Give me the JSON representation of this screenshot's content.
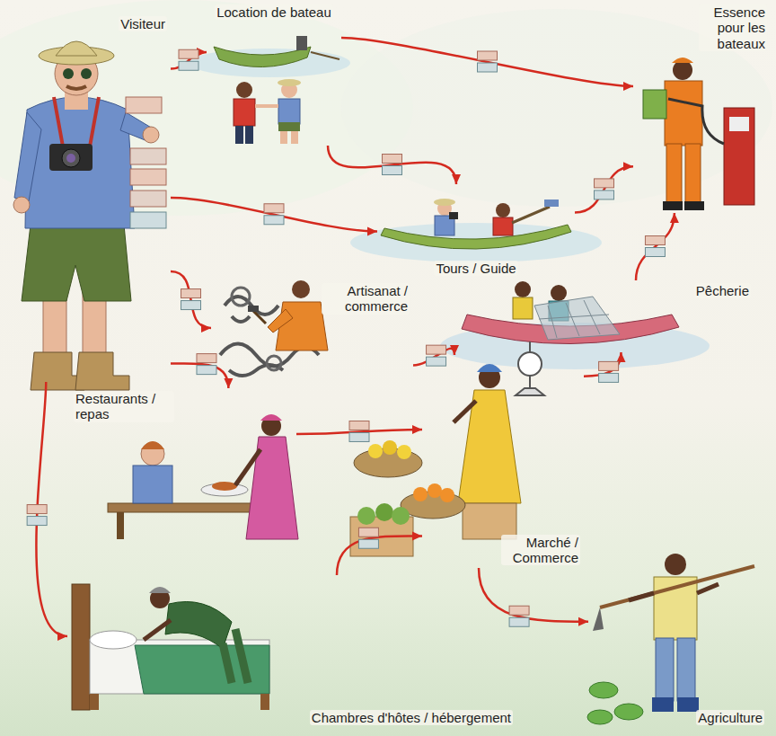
{
  "diagram": {
    "nodes": [
      {
        "text": [
          "Location de bateau"
        ]
      },
      {
        "text": [
          "Visiteur"
        ]
      },
      {
        "text": [
          "Essence pour les bateaux"
        ]
      },
      {
        "text": [
          "Tours / Guide"
        ]
      },
      {
        "text": [
          "Artisanat / commerce"
        ]
      },
      {
        "text": [
          "Pêcherie"
        ]
      },
      {
        "text": [
          "Restaurants / repas"
        ]
      },
      {
        "text": [
          "Marché / Commerce"
        ]
      },
      {
        "text": [
          "Chambres d'hôtes / hébergement"
        ]
      },
      {
        "text": [
          "Agriculture"
        ]
      }
    ],
    "edges": [
      {
        "from": 1,
        "to": 0,
        "arrow": "to"
      },
      {
        "from": 0,
        "to": 2,
        "arrow": "to"
      },
      {
        "from": 0,
        "to": 3,
        "arrow": "to"
      },
      {
        "from": 1,
        "to": 3,
        "arrow": "to"
      },
      {
        "from": 3,
        "to": 2,
        "arrow": "to"
      },
      {
        "from": 1,
        "to": 4,
        "arrow": "to"
      },
      {
        "from": 4,
        "to": 7,
        "arrow": "to"
      },
      {
        "from": 5,
        "to": 2,
        "arrow": "to"
      },
      {
        "from": 7,
        "to": 5,
        "arrow": "to"
      },
      {
        "from": 1,
        "to": 6,
        "arrow": "to"
      },
      {
        "from": 6,
        "to": 7,
        "arrow": "to"
      },
      {
        "from": 1,
        "to": 8,
        "arrow": "to"
      },
      {
        "from": 8,
        "to": 7,
        "arrow": "to"
      },
      {
        "from": 7,
        "to": 9,
        "arrow": "to"
      }
    ]
  }
}
